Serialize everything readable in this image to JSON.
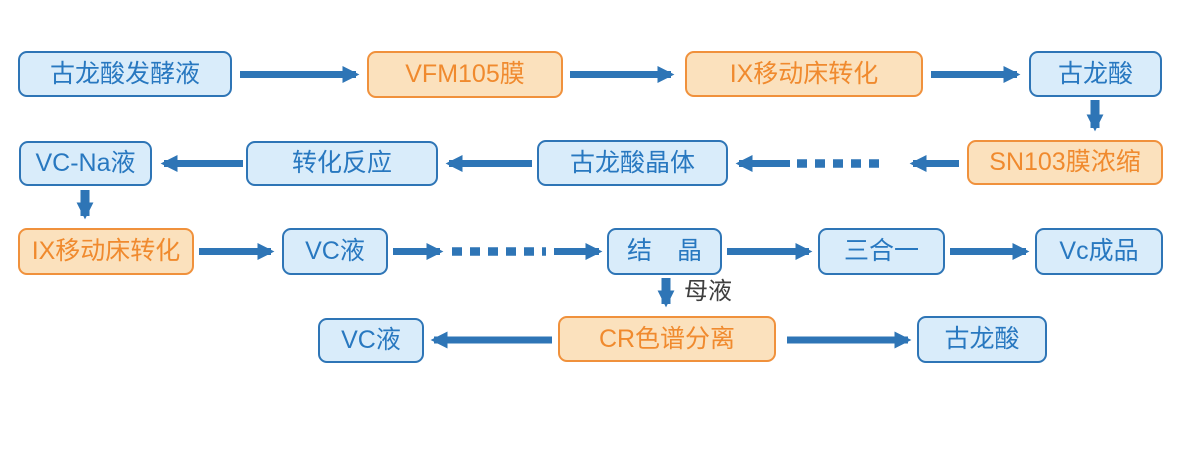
{
  "colors": {
    "arrow": "#2E75B6",
    "blue_fill": "#D9ECFA",
    "blue_border": "#2E75B6",
    "blue_text": "#2878C0",
    "orange_fill": "#FBE1BD",
    "orange_border": "#F0913C",
    "orange_text": "#F08A2E",
    "note_text": "#3F3F3F"
  },
  "nodes": [
    {
      "label": "古龙酸发酵液",
      "variant": "blue"
    },
    {
      "label": "VFM105膜",
      "variant": "orange"
    },
    {
      "label": "IX移动床转化",
      "variant": "orange"
    },
    {
      "label": "古龙酸",
      "variant": "blue"
    },
    {
      "label": "VC-Na液",
      "variant": "blue"
    },
    {
      "label": "转化反应",
      "variant": "blue"
    },
    {
      "label": "古龙酸晶体",
      "variant": "blue"
    },
    {
      "label": "SN103膜浓缩",
      "variant": "orange"
    },
    {
      "label": "IX移动床转化",
      "variant": "orange"
    },
    {
      "label": "VC液",
      "variant": "blue"
    },
    {
      "label": "结　晶",
      "variant": "blue"
    },
    {
      "label": "三合一",
      "variant": "blue"
    },
    {
      "label": "Vc成品",
      "variant": "blue"
    },
    {
      "label": "VC液",
      "variant": "blue"
    },
    {
      "label": "CR色谱分离",
      "variant": "orange"
    },
    {
      "label": "古龙酸",
      "variant": "blue"
    }
  ],
  "labels": {
    "mother_liquor": "母液"
  },
  "edges": [
    {
      "from": 0,
      "to": 1,
      "style": "solid"
    },
    {
      "from": 1,
      "to": 2,
      "style": "solid"
    },
    {
      "from": 2,
      "to": 3,
      "style": "solid"
    },
    {
      "from": 3,
      "to": 7,
      "style": "solid"
    },
    {
      "from": 7,
      "to": 6,
      "style": "dashed"
    },
    {
      "from": 6,
      "to": 5,
      "style": "solid"
    },
    {
      "from": 5,
      "to": 4,
      "style": "solid"
    },
    {
      "from": 4,
      "to": 8,
      "style": "solid"
    },
    {
      "from": 8,
      "to": 9,
      "style": "solid"
    },
    {
      "from": 9,
      "to": 10,
      "style": "dashed"
    },
    {
      "from": 10,
      "to": 11,
      "style": "solid"
    },
    {
      "from": 11,
      "to": 12,
      "style": "solid"
    },
    {
      "from": 10,
      "to": 14,
      "style": "solid",
      "label": "母液"
    },
    {
      "from": 14,
      "to": 13,
      "style": "solid"
    },
    {
      "from": 14,
      "to": 15,
      "style": "solid"
    }
  ]
}
